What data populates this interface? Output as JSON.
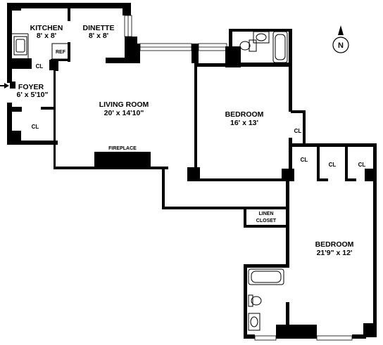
{
  "rooms": {
    "kitchen": {
      "name": "KITCHEN",
      "size": "8' x 8'"
    },
    "dinette": {
      "name": "DINETTE",
      "size": "8' x 8'"
    },
    "foyer": {
      "name": "FOYER",
      "size": "6' x 5'10\""
    },
    "living": {
      "name": "LIVING ROOM",
      "size": "20' x 14'10\""
    },
    "bedroom1": {
      "name": "BEDROOM",
      "size": "16' x 13'"
    },
    "bedroom2": {
      "name": "BEDROOM",
      "size": "21'9\" x 12'"
    }
  },
  "labels": {
    "cl": "CL",
    "ref": "REF",
    "fireplace": "FIREPLACE",
    "linen_line1": "LINEN",
    "linen_line2": "CLOSET",
    "north": "N"
  }
}
